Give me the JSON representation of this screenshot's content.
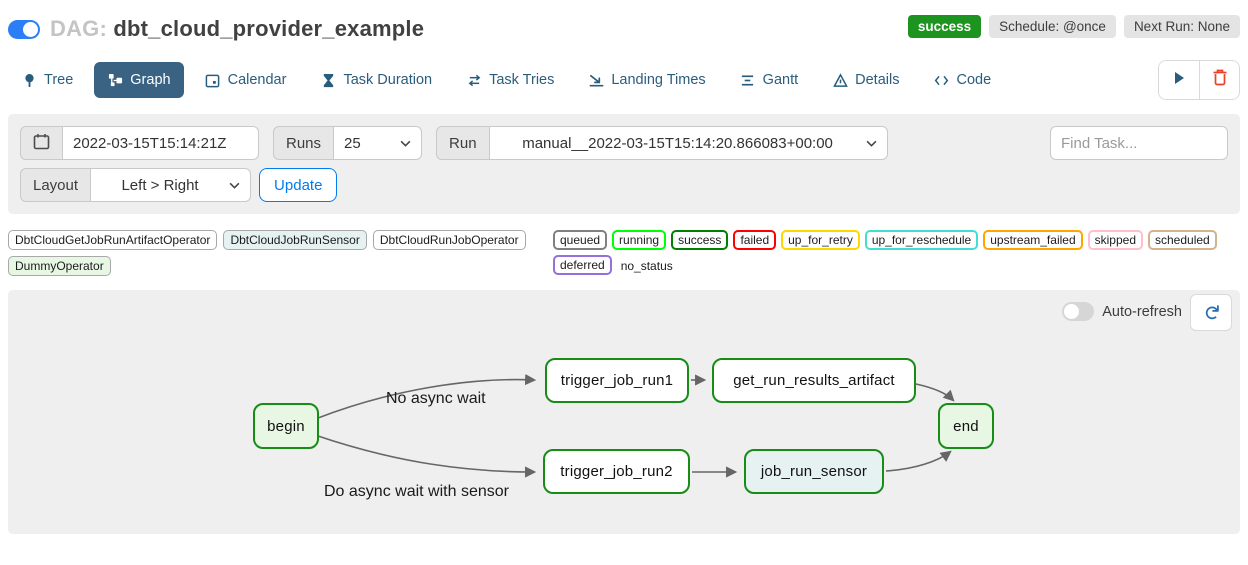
{
  "header": {
    "dag_prefix": "DAG:",
    "dag_name": "dbt_cloud_provider_example",
    "status_badge": "success",
    "schedule_badge": "Schedule: @once",
    "next_run_badge": "Next Run: None"
  },
  "tabs": [
    {
      "label": "Tree",
      "icon": "pin-icon",
      "active": false
    },
    {
      "label": "Graph",
      "icon": "graph-icon",
      "active": true
    },
    {
      "label": "Calendar",
      "icon": "calendar-icon",
      "active": false
    },
    {
      "label": "Task Duration",
      "icon": "hourglass-icon",
      "active": false
    },
    {
      "label": "Task Tries",
      "icon": "repeat-icon",
      "active": false
    },
    {
      "label": "Landing Times",
      "icon": "landing-plane-icon",
      "active": false
    },
    {
      "label": "Gantt",
      "icon": "gantt-icon",
      "active": false
    },
    {
      "label": "Details",
      "icon": "triangle-icon",
      "active": false
    },
    {
      "label": "Code",
      "icon": "code-icon",
      "active": false
    }
  ],
  "filters": {
    "base_date": "2022-03-15T15:14:21Z",
    "runs_label": "Runs",
    "runs_value": "25",
    "run_label": "Run",
    "run_value": "manual__2022-03-15T15:14:20.866083+00:00",
    "find_task_placeholder": "Find Task...",
    "layout_label": "Layout",
    "layout_value": "Left > Right",
    "update_label": "Update"
  },
  "legend": {
    "operators": [
      {
        "label": "DbtCloudGetJobRunArtifactOperator",
        "bg": "#ffffff"
      },
      {
        "label": "DbtCloudJobRunSensor",
        "bg": "#e6f1f2"
      },
      {
        "label": "DbtCloudRunJobOperator",
        "bg": "#ffffff"
      },
      {
        "label": "DummyOperator",
        "bg": "#e8f7e4"
      }
    ],
    "states": [
      {
        "label": "queued",
        "color": "#808080"
      },
      {
        "label": "running",
        "color": "#00ff00"
      },
      {
        "label": "success",
        "color": "#008000"
      },
      {
        "label": "failed",
        "color": "#ff0000"
      },
      {
        "label": "up_for_retry",
        "color": "#ffd700"
      },
      {
        "label": "up_for_reschedule",
        "color": "#40e0d0"
      },
      {
        "label": "upstream_failed",
        "color": "#ffa500"
      },
      {
        "label": "skipped",
        "color": "#ffc0cb"
      },
      {
        "label": "scheduled",
        "color": "#d2b48c"
      },
      {
        "label": "deferred",
        "color": "#9370db"
      },
      {
        "label": "no_status",
        "color": "none"
      }
    ]
  },
  "graph": {
    "auto_refresh_label": "Auto-refresh",
    "node_border_color": "#178c17",
    "edge_color": "#666666",
    "nodes": [
      {
        "id": "begin",
        "label": "begin",
        "fill": "#e8f7e4"
      },
      {
        "id": "trigger_job_run1",
        "label": "trigger_job_run1",
        "fill": "#ffffff"
      },
      {
        "id": "get_run_results_artifact",
        "label": "get_run_results_artifact",
        "fill": "#ffffff"
      },
      {
        "id": "trigger_job_run2",
        "label": "trigger_job_run2",
        "fill": "#ffffff"
      },
      {
        "id": "job_run_sensor",
        "label": "job_run_sensor",
        "fill": "#e6f1f2"
      },
      {
        "id": "end",
        "label": "end",
        "fill": "#e8f7e4"
      }
    ],
    "edges": [
      {
        "from": "begin",
        "to": "trigger_job_run1",
        "label": "No async wait"
      },
      {
        "from": "begin",
        "to": "trigger_job_run2",
        "label": "Do async wait with sensor"
      },
      {
        "from": "trigger_job_run1",
        "to": "get_run_results_artifact",
        "label": ""
      },
      {
        "from": "trigger_job_run2",
        "to": "job_run_sensor",
        "label": ""
      },
      {
        "from": "get_run_results_artifact",
        "to": "end",
        "label": ""
      },
      {
        "from": "job_run_sensor",
        "to": "end",
        "label": ""
      }
    ]
  }
}
